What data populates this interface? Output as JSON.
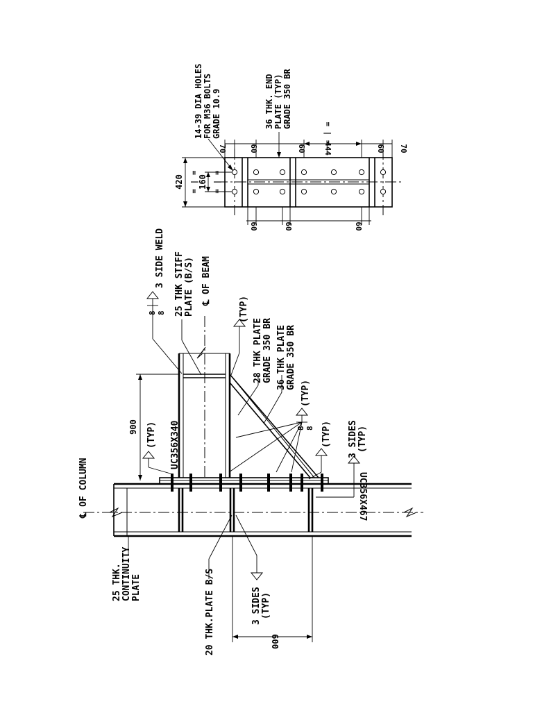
{
  "labels": {
    "end_plate_view": {
      "holes_note": [
        "14-39 DIA HOLES",
        "FOR M36 BOLTS",
        "GRADE 10.9"
      ],
      "end_plate_note": [
        "36 THK. END",
        "PLATE  (TYP)",
        "GRADE 350 BR"
      ],
      "dim_420": "420",
      "dim_160": "160",
      "eq_mark": "= | =",
      "top_dims": [
        "70",
        "60",
        "60",
        "444",
        "60",
        "70"
      ],
      "bottom_dims": [
        "60",
        "60",
        "60"
      ]
    },
    "main_view": {
      "col_centerline": "℄ OF COLUMN",
      "beam_centerline": "℄ OF BEAM",
      "three_side_weld": "3 SIDE WELD",
      "stiff_plate": [
        "25 THK STIFF",
        "PLATE (B/S)"
      ],
      "typ": "(TYP)",
      "plate28": [
        "28 THK PLATE",
        "GRADE 350 BR"
      ],
      "plate36": [
        "36 THK PLATE",
        "GRADE 350 BR"
      ],
      "three_sides_typ": [
        "3 SIDES",
        "(TYP)"
      ],
      "column_section": "UC356X467",
      "beam_section": "UC356X340",
      "dim_900": "900",
      "dim_600": "600",
      "weld_size": "8",
      "continuity_plate": [
        "25 THK.",
        "CONTINUITY",
        "PLATE"
      ],
      "plate20": "20 THK.PLATE B/S"
    }
  }
}
